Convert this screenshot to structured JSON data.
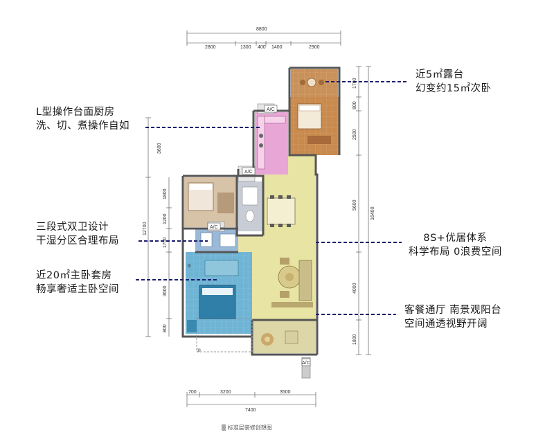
{
  "callouts": {
    "terrace": {
      "line1": "近5㎡露台",
      "line2": "幻变约15㎡次卧"
    },
    "kitchen": {
      "line1": "L型操作台面厨房",
      "line2": "洗、切、煮操作自如"
    },
    "bathroom": {
      "line1": "三段式双卫设计",
      "line2": "干湿分区合理布局"
    },
    "master": {
      "line1": "近20㎡主卧套房",
      "line2": "畅享奢适主卧空间"
    },
    "system": {
      "line1": "8S+优居体系",
      "line2": "科学布局 0浪费空间"
    },
    "living": {
      "line1": "客餐通厅 南景观阳台",
      "line2": "空间通透视野开阔"
    }
  },
  "dimensions": {
    "top_total": "8800",
    "top_segments": [
      "2800",
      "1300",
      "400",
      "1400",
      "2900"
    ],
    "left_outer": [
      "3600",
      "12700"
    ],
    "left_inner": [
      "1800",
      "1200",
      "1700",
      "3600",
      "800"
    ],
    "right_inner": [
      "1700",
      "800",
      "2500",
      "5600",
      "4000",
      "1800"
    ],
    "right_outer": "16400",
    "bottom_segments": [
      "700",
      "3200",
      "3500"
    ],
    "bottom_total": "7400"
  },
  "markers": {
    "ac": "A/C",
    "axis1": "①",
    "axis2": "②"
  },
  "caption": "标准层装修创想图",
  "colors": {
    "bedroom2": "#c98a4e",
    "kitchen": "#e8a6d6",
    "bathroom": "#9ab8d8",
    "master": "#6fb4d4",
    "living": "#e8e4a4",
    "balcony": "#e0d8a8",
    "callout_line": "#1c1c6e"
  }
}
